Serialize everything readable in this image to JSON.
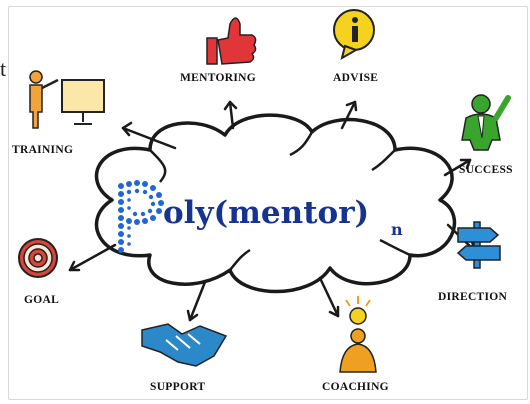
{
  "labels": {
    "mentoring": "MENTORING",
    "advise": "ADVISE",
    "training": "TRAINING",
    "success": "SUCCESS",
    "direction": "DIRECTION",
    "goal": "GOAL",
    "support": "SUPPORT",
    "coaching": "COACHING"
  },
  "logo": {
    "word": "oly(mentor)",
    "subscript": "n"
  },
  "stray_text": "t",
  "colors": {
    "logo_blue": "#16338f",
    "thumbs_red": "#e0363a",
    "bulb_yellow": "#f4d21e",
    "success_green": "#3aa52e",
    "signpost_blue": "#2c8fd8",
    "target_red": "#d9443b",
    "handshake_blue": "#2c89c9",
    "coach_orange": "#f0a020"
  }
}
